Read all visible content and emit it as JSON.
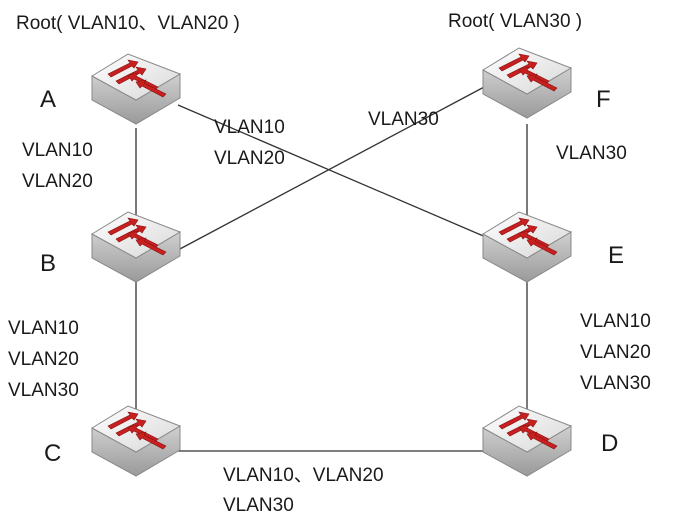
{
  "roots": {
    "left": "Root( VLAN10、VLAN20 )",
    "right": "Root( VLAN30 )"
  },
  "switches": {
    "a": "A",
    "b": "B",
    "c": "C",
    "d": "D",
    "e": "E",
    "f": "F"
  },
  "links": {
    "ab": [
      "VLAN10",
      "VLAN20"
    ],
    "ae": [
      "VLAN10",
      "VLAN20"
    ],
    "bf": [
      "VLAN30"
    ],
    "fe": [
      "VLAN30"
    ],
    "bc": [
      "VLAN10",
      "VLAN20",
      "VLAN30"
    ],
    "ed": [
      "VLAN10",
      "VLAN20",
      "VLAN30"
    ],
    "cd": [
      "VLAN10、VLAN20",
      "VLAN30"
    ]
  },
  "colors": {
    "switch_top": "#f2f2f2",
    "switch_side": "#c4c4c4",
    "arrow": "#c62020",
    "line": "#333333"
  },
  "icons": {
    "switch": "network-switch-icon"
  }
}
